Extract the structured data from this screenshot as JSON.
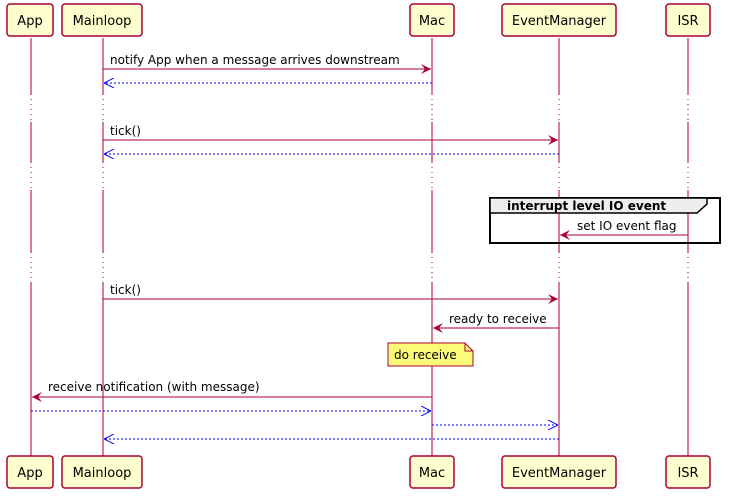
{
  "participants": [
    {
      "id": "app",
      "label": "App"
    },
    {
      "id": "mainloop",
      "label": "Mainloop"
    },
    {
      "id": "mac",
      "label": "Mac"
    },
    {
      "id": "eventmanager",
      "label": "EventManager"
    },
    {
      "id": "isr",
      "label": "ISR"
    }
  ],
  "messages": {
    "notify_app": "notify App when a message arrives downstream",
    "tick_1": "tick()",
    "set_io_flag": "set IO event flag",
    "tick_2": "tick()",
    "ready_to_receive": "ready to receive",
    "receive_notification": "receive notification (with message)"
  },
  "group": {
    "label": "interrupt level IO event"
  },
  "note": {
    "text": "do receive"
  },
  "colors": {
    "lifeline": "#a80036",
    "participant_fill": "#fefece",
    "call_arrow": "#a80036",
    "return_arrow": "#0000ff",
    "note_fill": "#fbfb77",
    "group_header_fill": "#eeeeee"
  }
}
